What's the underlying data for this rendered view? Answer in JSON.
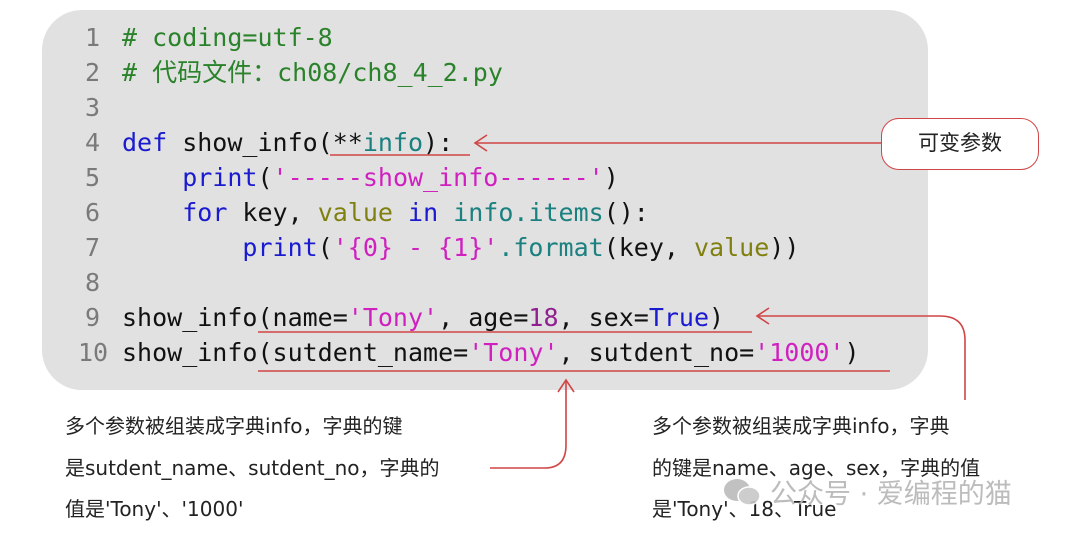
{
  "code": [
    {
      "n": "1",
      "tokens": [
        {
          "t": "# coding=utf-8",
          "c": "comment"
        }
      ]
    },
    {
      "n": "2",
      "tokens": [
        {
          "t": "# 代码文件：ch08/ch8_4_2.py",
          "c": "comment"
        }
      ]
    },
    {
      "n": "3",
      "tokens": []
    },
    {
      "n": "4",
      "tokens": [
        {
          "t": "def",
          "c": "kw"
        },
        {
          "t": " show_info(**",
          "c": "name"
        },
        {
          "t": "info",
          "c": "attr"
        },
        {
          "t": "):",
          "c": "name"
        }
      ]
    },
    {
      "n": "5",
      "tokens": [
        {
          "t": "    ",
          "c": "name"
        },
        {
          "t": "print",
          "c": "kw"
        },
        {
          "t": "(",
          "c": "name"
        },
        {
          "t": "'-----show_info------'",
          "c": "str"
        },
        {
          "t": ")",
          "c": "name"
        }
      ]
    },
    {
      "n": "6",
      "tokens": [
        {
          "t": "    ",
          "c": "name"
        },
        {
          "t": "for",
          "c": "kw"
        },
        {
          "t": " key, ",
          "c": "name"
        },
        {
          "t": "value",
          "c": "var"
        },
        {
          "t": " ",
          "c": "name"
        },
        {
          "t": "in",
          "c": "kw"
        },
        {
          "t": " ",
          "c": "name"
        },
        {
          "t": "info.items",
          "c": "attr"
        },
        {
          "t": "():",
          "c": "name"
        }
      ]
    },
    {
      "n": "7",
      "tokens": [
        {
          "t": "        ",
          "c": "name"
        },
        {
          "t": "print",
          "c": "kw"
        },
        {
          "t": "(",
          "c": "name"
        },
        {
          "t": "'{0} - {1}'",
          "c": "str"
        },
        {
          "t": ".format",
          "c": "attr"
        },
        {
          "t": "(key, ",
          "c": "name"
        },
        {
          "t": "value",
          "c": "var"
        },
        {
          "t": "))",
          "c": "name"
        }
      ]
    },
    {
      "n": "8",
      "tokens": []
    },
    {
      "n": "9",
      "tokens": [
        {
          "t": "show_info(name=",
          "c": "name"
        },
        {
          "t": "'Tony'",
          "c": "str"
        },
        {
          "t": ", age=",
          "c": "name"
        },
        {
          "t": "18",
          "c": "num"
        },
        {
          "t": ", sex=",
          "c": "name"
        },
        {
          "t": "True",
          "c": "const"
        },
        {
          "t": ")",
          "c": "name"
        }
      ]
    },
    {
      "n": "10",
      "tokens": [
        {
          "t": "show_info(sutdent_name=",
          "c": "name"
        },
        {
          "t": "'Tony'",
          "c": "str"
        },
        {
          "t": ", sutdent_no=",
          "c": "name"
        },
        {
          "t": "'1000'",
          "c": "str"
        },
        {
          "t": ")",
          "c": "name"
        }
      ]
    }
  ],
  "callout": "可变参数",
  "note_left": [
    "多个参数被组装成字典info，字典的键",
    "是sutdent_name、sutdent_no，字典的",
    "值是'Tony'、'1000'"
  ],
  "note_right": [
    "多个参数被组装成字典info，字典",
    "的键是name、age、sex，字典的值",
    "是'Tony'、18、True"
  ],
  "watermark": "公众号 · 爱编程的猫",
  "colors": {
    "annotation": "#d04545",
    "code_bg": "#e1e1e1"
  }
}
